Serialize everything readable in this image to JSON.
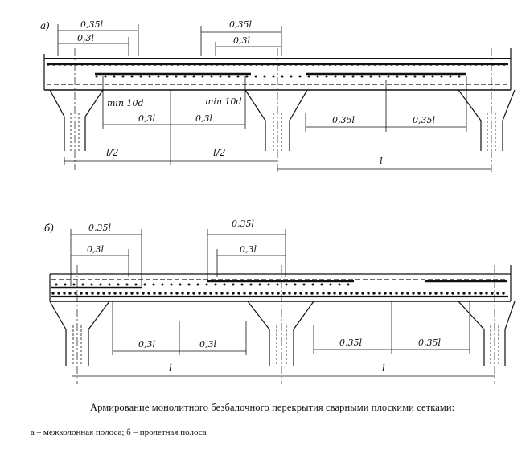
{
  "diagrams": {
    "a": {
      "label": "а)",
      "dims_top": [
        "0,35l",
        "0,3l",
        "0,35l",
        "0,3l"
      ],
      "min_labels": [
        "min 10d",
        "min 10d"
      ],
      "dims_mid": [
        "0,3l",
        "0,3l",
        "0,35l",
        "0,35l"
      ],
      "spans": [
        "l/2",
        "l/2",
        "l"
      ]
    },
    "b": {
      "label": "б)",
      "dims_top": [
        "0,35l",
        "0,3l",
        "0,35l",
        "0,3l"
      ],
      "dims_mid": [
        "0,3l",
        "0,3l",
        "0,35l",
        "0,35l"
      ],
      "spans": [
        "l",
        "l"
      ]
    }
  },
  "caption": {
    "line1": "Армирование монолитного безбалочного перекрытия сварными плоскими сетками:",
    "line2": "а – межколонная полоса; б – пролетная полоса"
  }
}
